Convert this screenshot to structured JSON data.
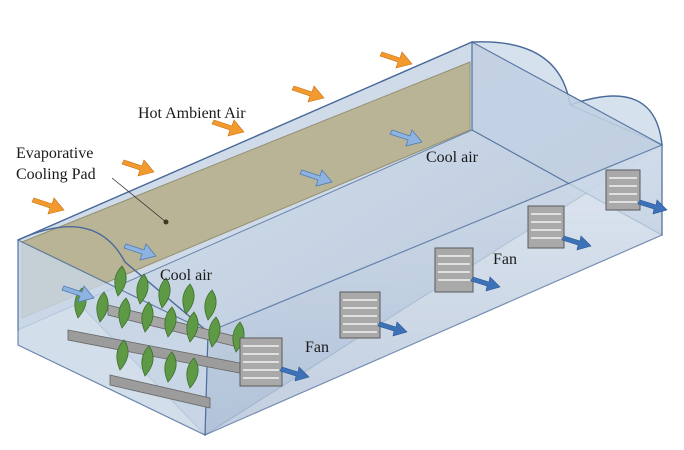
{
  "labels": {
    "hot_air": "Hot Ambient Air",
    "pad_line1": "Evaporative",
    "pad_line2": "Cooling Pad",
    "cool_air_1": "Cool air",
    "cool_air_2": "Cool air",
    "fan_1": "Fan",
    "fan_2": "Fan"
  },
  "colors": {
    "hot_arrow": "#f39a2e",
    "cool_arrow": "#8fb3e0",
    "exhaust_arrow": "#3d72b8",
    "pad": "#b6b08c",
    "house_wall": "#c5d4e6",
    "house_floor": "#bccbdc",
    "house_outline": "#4a6a9a",
    "plant": "#5e9a45",
    "fan_box": "#9a9a9a"
  },
  "icons": {
    "hot_air_arrow": "arrow-right-down",
    "cool_air_arrow": "arrow-right-down",
    "fan": "louvered-fan-box",
    "plant": "leaf-crop"
  }
}
